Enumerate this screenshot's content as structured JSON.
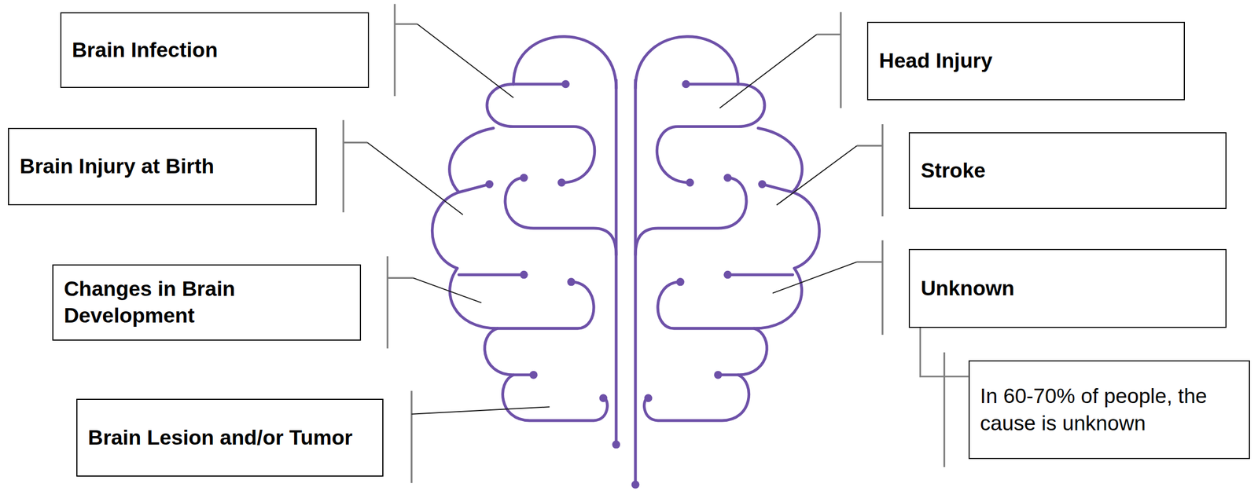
{
  "diagram": {
    "nodes": [
      {
        "text": [
          "Brain Infection"
        ]
      },
      {
        "text": [
          "Brain Injury at Birth"
        ]
      },
      {
        "text": [
          "Changes in Brain Development"
        ]
      },
      {
        "text": [
          "Brain Lesion and/or Tumor"
        ]
      },
      {
        "text": [
          "Head Injury"
        ]
      },
      {
        "text": [
          "Stroke"
        ]
      },
      {
        "text": [
          "Unknown"
        ]
      },
      {
        "text": [
          "In 60-70% of people, the cause is unknown"
        ]
      }
    ],
    "edges": [
      {
        "from": 6,
        "to": 7,
        "arrow": "none"
      }
    ]
  }
}
